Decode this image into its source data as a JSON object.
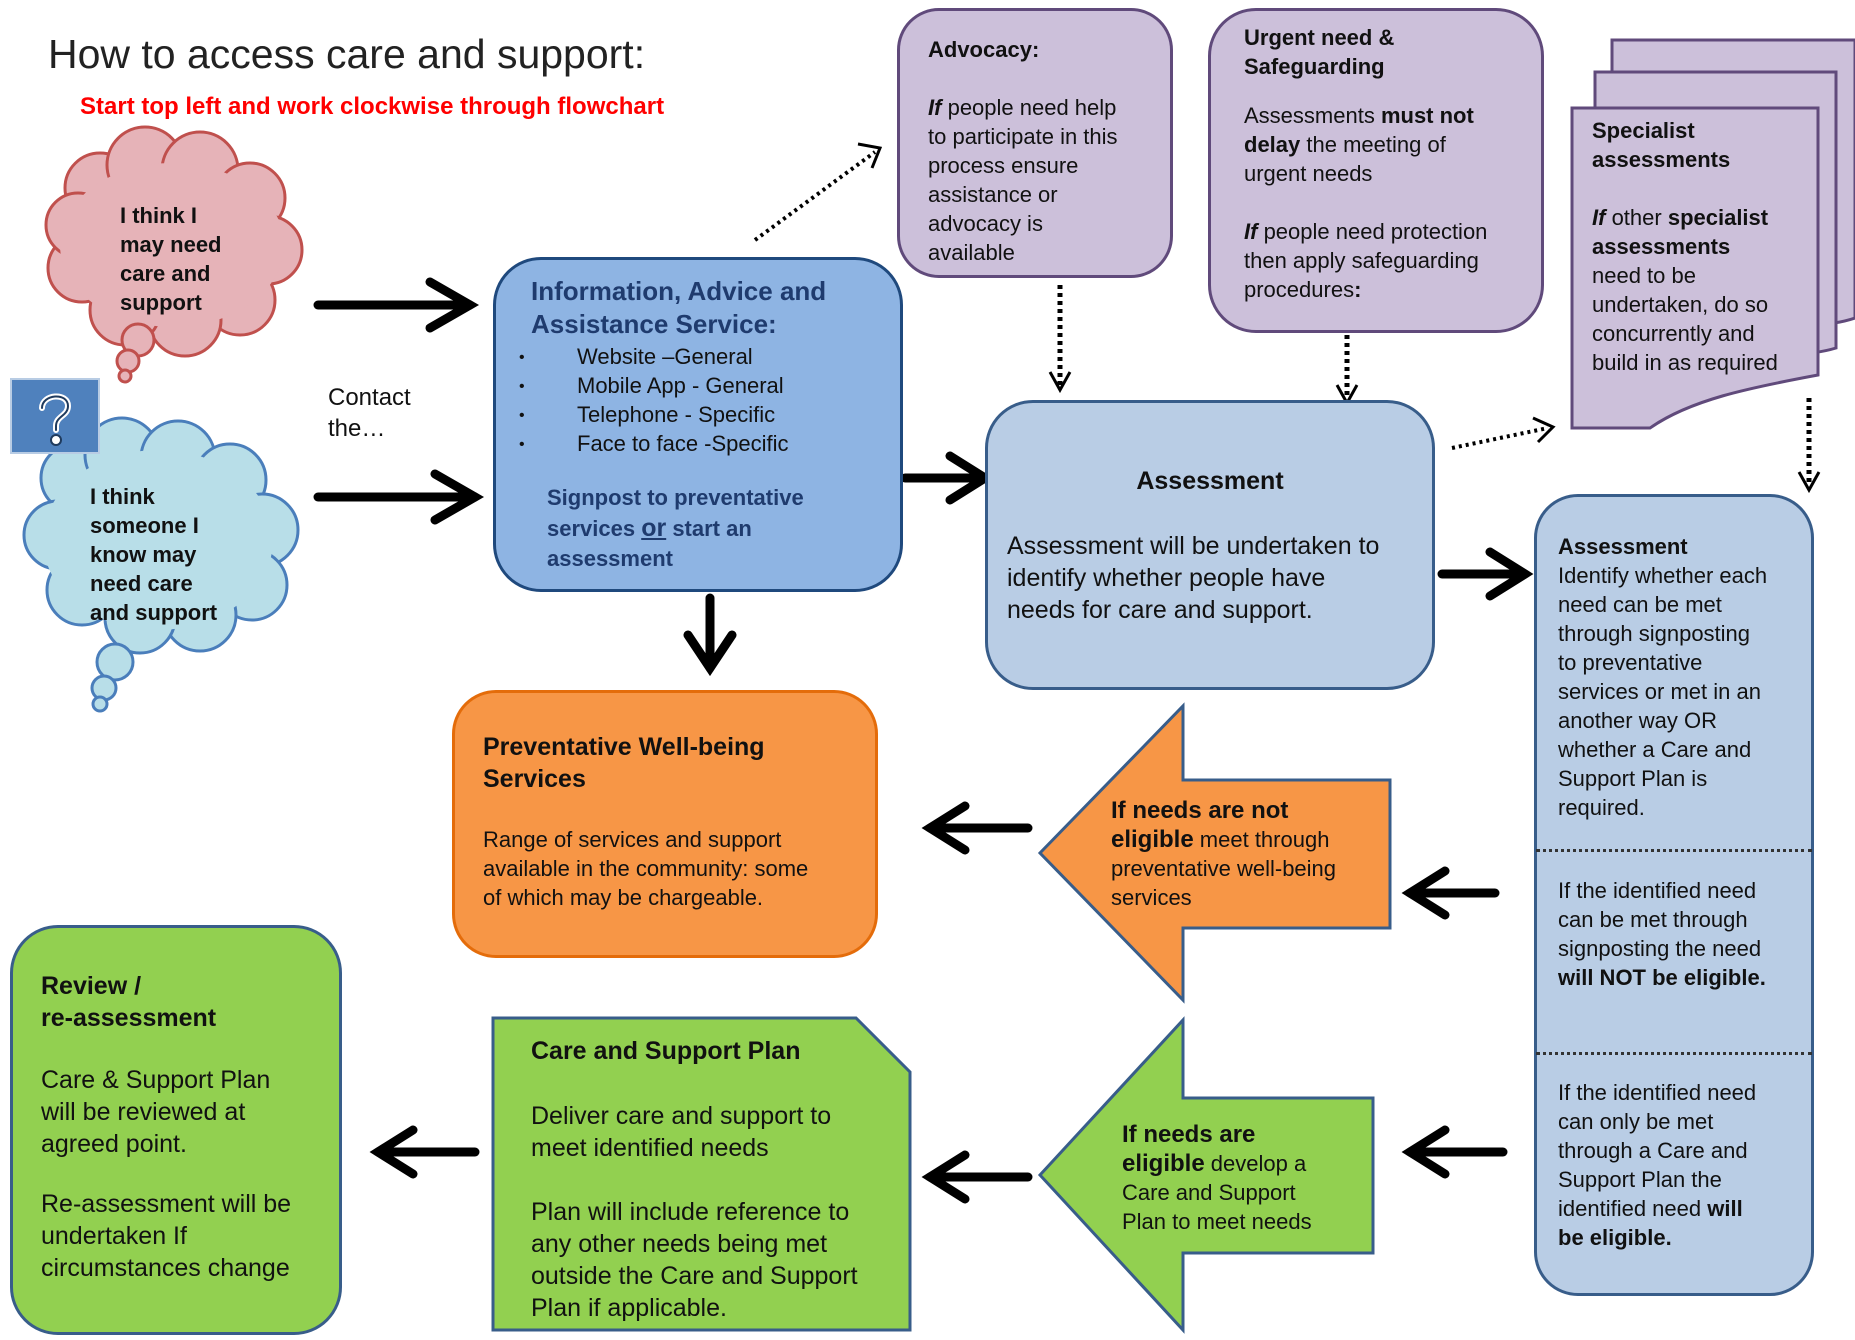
{
  "title": "How to access care and support:",
  "subtitle": "Start top left and work clockwise through flowchart",
  "colors": {
    "pink": "#E6B3B8",
    "light_blue_cloud": "#B8DEE8",
    "info_blue": "#8EB4E3",
    "assessment_blue": "#B9CDE5",
    "purple": "#CCC0DA",
    "orange": "#F79646",
    "green": "#92D050",
    "red_text": "#FF0000"
  },
  "icons": [
    "question-mark-icon"
  ],
  "cloud_self": {
    "lines": [
      "I think I",
      "may need",
      "care and",
      "support"
    ]
  },
  "cloud_other": {
    "lines": [
      "I think",
      "someone I",
      "know may",
      "need care",
      "and support"
    ]
  },
  "contact_label": {
    "line1": "Contact",
    "line2": "the…"
  },
  "info_service": {
    "title_line1": "Information, Advice and",
    "title_line2": "Assistance Service:",
    "bullets": [
      "Website –General",
      "Mobile App  - General",
      "Telephone - Specific",
      "Face to face -Specific"
    ],
    "signpost_line1": "Signpost to preventative",
    "signpost_line2_a": "services ",
    "signpost_line2_or": "or",
    "signpost_line2_b": "  start an",
    "signpost_line3": "assessment"
  },
  "advocacy": {
    "title": "Advocacy:",
    "if": "If",
    "lines": [
      "people need help",
      "to participate in this",
      "process ensure",
      "assistance or",
      "advocacy is",
      "available"
    ]
  },
  "urgent": {
    "title_line1": "Urgent need &",
    "title_line2": "Safeguarding",
    "p1_a": "Assessments ",
    "p1_bold1": "must not",
    "p1_bold2": "delay",
    "p1_b": " the meeting of",
    "p1_c": "urgent needs",
    "p2_if": "If",
    "p2_a": " people need protection",
    "p2_b": "then apply safeguarding",
    "p2_c": "procedures",
    "p2_colon": ":"
  },
  "specialist": {
    "title_line1": "Specialist",
    "title_line2": "assessments",
    "if": "If",
    "other": " other ",
    "bold1": "specialist",
    "bold2": "assessments",
    "lines": [
      "need to be",
      "undertaken, do so",
      "concurrently and",
      "build in as required"
    ]
  },
  "assessment_center": {
    "title": "Assessment",
    "lines": [
      "Assessment  will be undertaken  to",
      "identify whether people have",
      "needs for care and support."
    ]
  },
  "assessment_right": {
    "title": "Assessment",
    "section1": [
      "Identify whether each",
      "need can be met",
      "through signposting",
      "to preventative",
      "services or met in an",
      "another way OR",
      "whether a Care and",
      "Support Plan is",
      "required."
    ],
    "section2": [
      "If the identified need",
      "can be met through",
      "signposting  the need"
    ],
    "section2_bold": "will NOT be eligible.",
    "section3": [
      "If the identified need",
      "can only be met",
      "through a Care and",
      "Support Plan  the",
      "identified need  "
    ],
    "section3_bold_a": "will",
    "section3_bold_b": "be eligible."
  },
  "preventative": {
    "title_line1": "Preventative Well-being",
    "title_line2": "Services",
    "lines": [
      "Range of services and support",
      "available in the community: some",
      "of which may be chargeable."
    ]
  },
  "not_eligible_arrow": {
    "bold1": "If needs are not",
    "bold2": "eligible",
    "rest1": " meet through",
    "rest2": "preventative well-being",
    "rest3": "services"
  },
  "eligible_arrow": {
    "bold1": "If needs are",
    "bold2": "eligible",
    "rest1": " develop a",
    "rest2": "Care and Support",
    "rest3": "Plan to meet needs"
  },
  "care_plan": {
    "title": "Care and Support Plan",
    "p1": [
      "Deliver care and support to",
      "meet identified needs"
    ],
    "p2": [
      "Plan will include reference to",
      "any other needs being met",
      "outside the Care and Support",
      "Plan if applicable."
    ]
  },
  "review": {
    "title_line1": "Review /",
    "title_line2": "re-assessment",
    "p1": [
      "Care & Support Plan",
      "will be reviewed at",
      "agreed point."
    ],
    "p2": [
      "Re-assessment will be",
      "undertaken  If",
      "circumstances change"
    ]
  }
}
